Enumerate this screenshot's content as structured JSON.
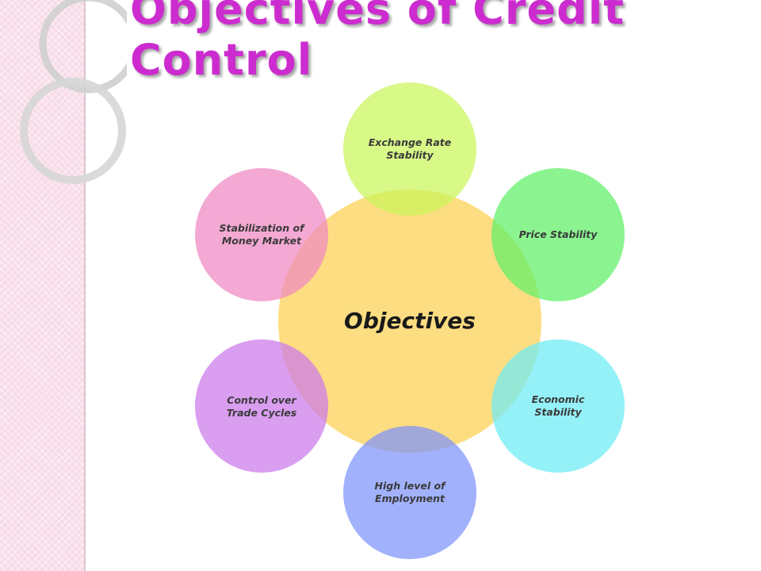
{
  "slide": {
    "title_line1": "Objectives of Credit",
    "title_line2": "Control"
  },
  "diagram": {
    "center_label": "Objectives",
    "objectives": [
      {
        "line1": "Exchange Rate",
        "line2": "Stability"
      },
      {
        "line1": "Price Stability",
        "line2": ""
      },
      {
        "line1": "Economic",
        "line2": "Stability"
      },
      {
        "line1": "High level of",
        "line2": "Employment"
      },
      {
        "line1": "Control over",
        "line2": "Trade Cycles"
      },
      {
        "line1": "Stabilization of",
        "line2": "Money Market"
      }
    ]
  },
  "colors": {
    "title": "#cc2ccf",
    "center_circle": "#fdd35e",
    "exchange_rate": "#c9f55a",
    "price_stability": "#5ef066",
    "economic_stability": "#6cecf5",
    "employment": "#7d93fb",
    "trade_cycles": "#cc79ec",
    "money_market": "#ef88c2"
  }
}
